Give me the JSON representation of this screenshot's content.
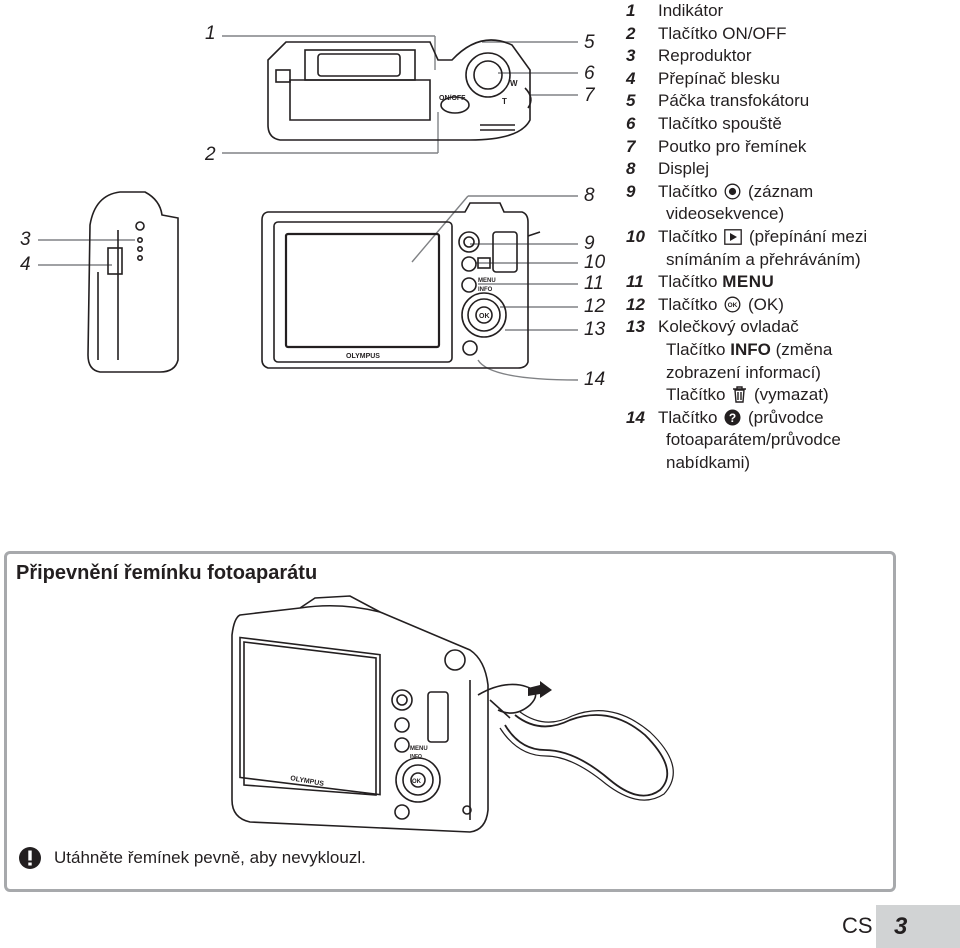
{
  "callouts": [
    "1",
    "2",
    "3",
    "4",
    "5",
    "6",
    "7",
    "8",
    "9",
    "10",
    "11",
    "12",
    "13",
    "14"
  ],
  "camera": {
    "top_onoff": "ON/OFF",
    "top_w": "W",
    "top_t": "T",
    "back_menu": "MENU",
    "back_info": "INFO",
    "back_ok": "OK",
    "brand": "OLYMPUS"
  },
  "legend": [
    {
      "n": "1",
      "text": "Indikátor"
    },
    {
      "n": "2",
      "text": "Tlačítko ON/OFF"
    },
    {
      "n": "3",
      "text": "Reproduktor"
    },
    {
      "n": "4",
      "text": "Přepínač blesku"
    },
    {
      "n": "5",
      "text": "Páčka transfokátoru"
    },
    {
      "n": "6",
      "text": "Tlačítko spouště"
    },
    {
      "n": "7",
      "text": "Poutko pro řemínek"
    },
    {
      "n": "8",
      "text": "Displej"
    },
    {
      "n": "9",
      "pre": "Tlačítko",
      "post": "(záznam",
      "cont": "videosekvence)"
    },
    {
      "n": "10",
      "pre": "Tlačítko",
      "post": "(přepínání mezi",
      "cont": "snímáním a přehráváním)"
    },
    {
      "n": "11",
      "pre": "Tlačítko",
      "bold": "MENU"
    },
    {
      "n": "12",
      "pre": "Tlačítko",
      "post": "(OK)"
    },
    {
      "n": "13",
      "text": "Kolečkový ovladač"
    },
    {
      "sub1_pre": "Tlačítko",
      "sub1_bold": "INFO",
      "sub1_post": "(změna",
      "sub1_cont": "zobrazení informací)"
    },
    {
      "sub2_pre": "Tlačítko",
      "sub2_post": "(vymazat)"
    },
    {
      "n": "14",
      "pre": "Tlačítko",
      "post": "(průvodce",
      "cont": "fotoaparátem/průvodce",
      "cont2": "nabídkami)"
    }
  ],
  "section": {
    "title": "Připevnění řemínku fotoaparátu",
    "note": "Utáhněte řemínek pevně, aby nevyklouzl."
  },
  "footer": {
    "lang": "CS",
    "page": "3"
  }
}
